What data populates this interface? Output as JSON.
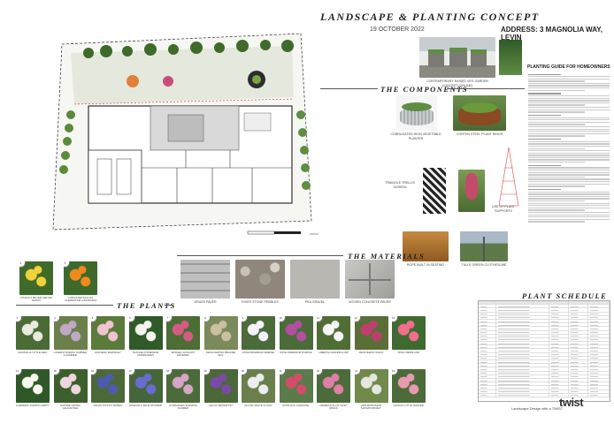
{
  "header": {
    "title": "LANDSCAPE & PLANTING CONCEPT",
    "date": "19 OCTOBER 2022",
    "address": "ADDRESS: 3 MAGNOLIA WAY, LEVIN"
  },
  "sections": {
    "components": "THE COMPONENTS",
    "materials": "THE MATERIALS",
    "plants": "THE PLANTS",
    "schedule": "PLANT SCHEDULE",
    "guide": "PLANTING GUIDE FOR HOMEOWNERS"
  },
  "components": [
    {
      "caption": "CONTEMPORARY RAISED VEG GARDEN CONCEPT (ONLINE)"
    },
    {
      "caption": "CORRUGATED IRON VEGETABLE PLANTER"
    },
    {
      "caption": "CORTEN STEEL PLANT RINGS"
    },
    {
      "caption": "TRIANGLE TRELLIS SCREEN"
    },
    {
      "caption": "USE OF PLANT SUPPORTS"
    },
    {
      "caption": "ROPE BUILT IN SEATING"
    },
    {
      "caption": "TULLE GREEN CLOTHESLINE"
    }
  ],
  "materials": [
    {
      "caption": "GRASS PAVER"
    },
    {
      "caption": "RIVER STONE PEBBLES"
    },
    {
      "caption": "PEA GRAVEL"
    },
    {
      "caption": "WOVEN CONCRETE PAVER"
    }
  ],
  "plants": [
    {
      "label": "CITRUS X MEYERI 'MEYER LEMON'",
      "badge": "1",
      "c1": "#3f6b2a",
      "c2": "#f2d23a"
    },
    {
      "label": "CITRUS RETICULATA 'CLEMENTINE' (MANDARIN)",
      "badge": "2",
      "c1": "#3d6a2b",
      "c2": "#f08a1c"
    },
    {
      "label": "MAGNOLIA 'LITTLE GEM'",
      "badge": "3",
      "c1": "#4b6b36",
      "c2": "#eaeadf"
    },
    {
      "label": "LAGERSTROEMIA 'SUMMER & SUMMER'",
      "badge": "4",
      "c1": "#6b7f4b",
      "c2": "#bfa9c6"
    },
    {
      "label": "LAVATERA 'BARNSLEY'",
      "badge": "5",
      "c1": "#5b7b3a",
      "c2": "#f1c3d0"
    },
    {
      "label": "TRACHELOSPERMUM JASMINOIDES",
      "badge": "6",
      "c1": "#2f5a2a",
      "c2": "#f4f4ee"
    },
    {
      "label": "SPIRAEA 'ANTHONY WATERER'",
      "badge": "7",
      "c1": "#4d6d34",
      "c2": "#d45b86"
    },
    {
      "label": "DESCHAMPSIA 'BRONZE VEIL'",
      "badge": "8",
      "c1": "#7b8a5a",
      "c2": "#c9c0a0"
    },
    {
      "label": "OSTEOSPERMUM 'ERMINE'",
      "badge": "9",
      "c1": "#4b6b3a",
      "c2": "#f4f2ff"
    },
    {
      "label": "OSTEOSPERMUM 'PURPLE'",
      "badge": "10",
      "c1": "#4b6b3a",
      "c2": "#b34fa0"
    },
    {
      "label": "LIBERTIA GRANDIFLORA",
      "badge": "11",
      "c1": "#4f6d34",
      "c2": "#f5f5f5"
    },
    {
      "label": "PENSTEMON 'PARIS'",
      "badge": "12",
      "c1": "#5a6f38",
      "c2": "#c33b72"
    },
    {
      "label": "ROSA 'MEIDILAND'",
      "badge": "13",
      "c1": "#3f6a30",
      "c2": "#f26e8c"
    },
    {
      "label": "GARDENIA 'KLEIM'S HARDY'",
      "badge": "14",
      "c1": "#2f5828",
      "c2": "#f6f6ef"
    },
    {
      "label": "DAPHNE ODORA 'LEUCANTHE'",
      "badge": "15",
      "c1": "#3d5f2b",
      "c2": "#f0d6e0"
    },
    {
      "label": "SALVIA 'MYSTIC SPIRES'",
      "badge": "16",
      "c1": "#4c6a38",
      "c2": "#4c5bb0"
    },
    {
      "label": "SCAEVOLA 'BLUE WONDER'",
      "badge": "17",
      "c1": "#45663a",
      "c2": "#6a6bd1"
    },
    {
      "label": "HYDRANGEA 'ENDLESS SUMMER'",
      "badge": "18",
      "c1": "#4b6b3a",
      "c2": "#d8a4c8"
    },
    {
      "label": "SALVIA 'SENSATION'",
      "badge": "19",
      "c1": "#4a6838",
      "c2": "#7b4aa8"
    },
    {
      "label": "ALLIUM 'WHITE CLOUD'",
      "badge": "20",
      "c1": "#6a7f4b",
      "c2": "#ededf1"
    },
    {
      "label": "DIANTHUS 'CAROLINE'",
      "badge": "21",
      "c1": "#5b7b4a",
      "c2": "#d44c6a"
    },
    {
      "label": "HEMEROCALLIS 'FAIRY WINGS'",
      "badge": "22",
      "c1": "#4b6b3a",
      "c2": "#e07fa5"
    },
    {
      "label": "ARTHROPODIUM 'MATAPOURI BAY'",
      "badge": "23",
      "c1": "#6f8a4a",
      "c2": "#e6e6e0"
    },
    {
      "label": "DIASCIA 'LITTLE DANCER'",
      "badge": "24",
      "c1": "#4b6b3a",
      "c2": "#e89bb0"
    }
  ],
  "footer": {
    "brand": "Landscape Design with a TWIST",
    "logo": "twist"
  }
}
